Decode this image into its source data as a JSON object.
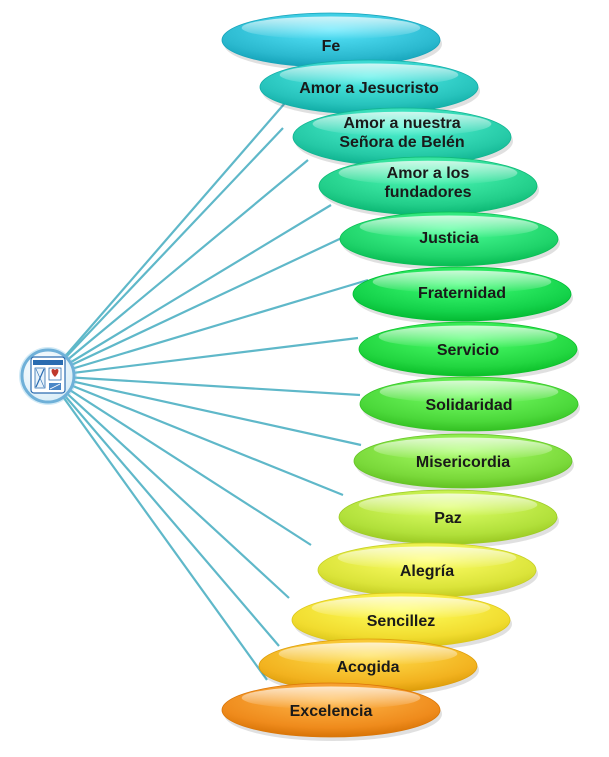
{
  "values": [
    {
      "label": [
        "Fe"
      ],
      "color": "#2bb9cf"
    },
    {
      "label": [
        "Amor a Jesucristo"
      ],
      "color": "#27c3bc"
    },
    {
      "label": [
        "Amor a nuestra",
        "Señora de Belén"
      ],
      "color": "#25c9a6"
    },
    {
      "label": [
        "Amor a los",
        "fundadores"
      ],
      "color": "#22ce8a"
    },
    {
      "label": [
        "Justicia"
      ],
      "color": "#1fd36a"
    },
    {
      "label": [
        "Fraternidad"
      ],
      "color": "#14d24a"
    },
    {
      "label": [
        "Servicio"
      ],
      "color": "#22d640"
    },
    {
      "label": [
        "Solidaridad"
      ],
      "color": "#4bd83a"
    },
    {
      "label": [
        "Misericordia"
      ],
      "color": "#7ad93a"
    },
    {
      "label": [
        "Paz"
      ],
      "color": "#b1e03a"
    },
    {
      "label": [
        "Alegría"
      ],
      "color": "#dbe43a"
    },
    {
      "label": [
        "Sencillez"
      ],
      "color": "#f1dc2f"
    },
    {
      "label": [
        "Acogida"
      ],
      "color": "#f2b21f"
    },
    {
      "label": [
        "Excelencia"
      ],
      "color": "#ef8b1c"
    }
  ],
  "hub": {
    "icon": "school-crest-icon",
    "border_color": "#6fb0d8"
  },
  "connector_color": "#5fb8c9"
}
